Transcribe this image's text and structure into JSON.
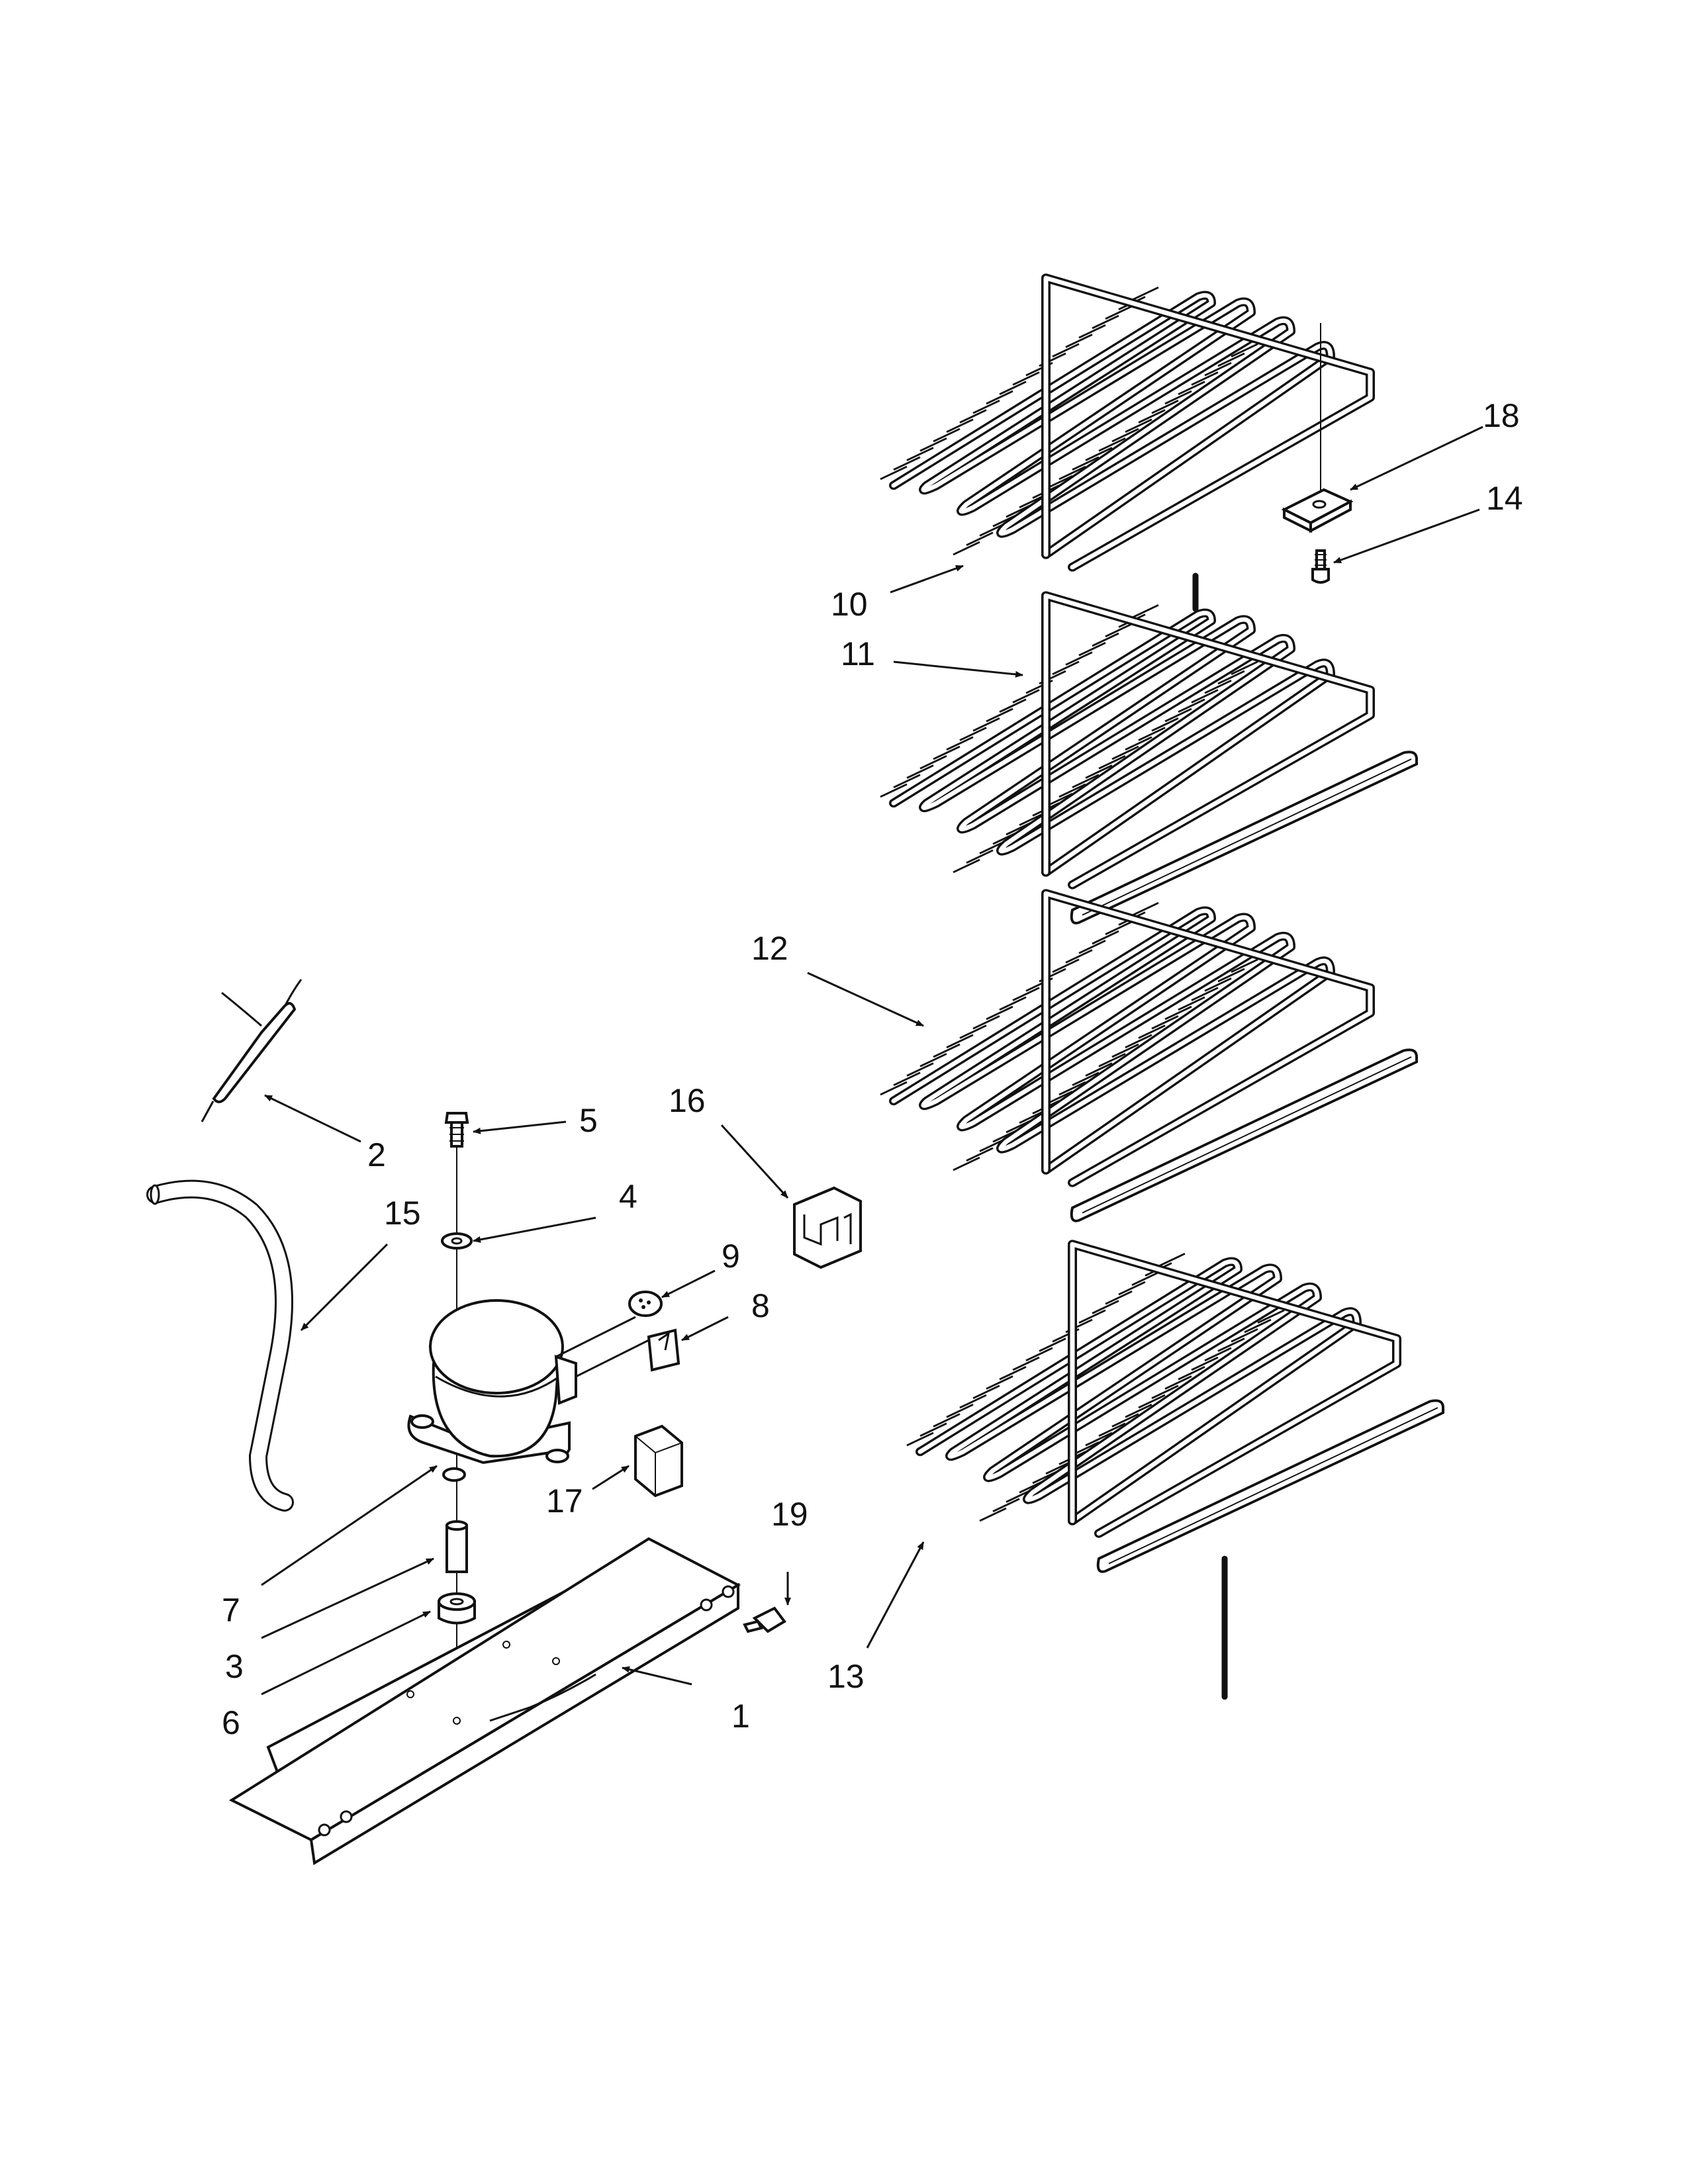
{
  "diagram": {
    "callouts": [
      "1",
      "2",
      "3",
      "4",
      "5",
      "6",
      "7",
      "8",
      "9",
      "10",
      "11",
      "12",
      "13",
      "14",
      "15",
      "16",
      "17",
      "18",
      "19"
    ],
    "colors": {
      "line": "#111111",
      "background": "#ffffff"
    }
  }
}
